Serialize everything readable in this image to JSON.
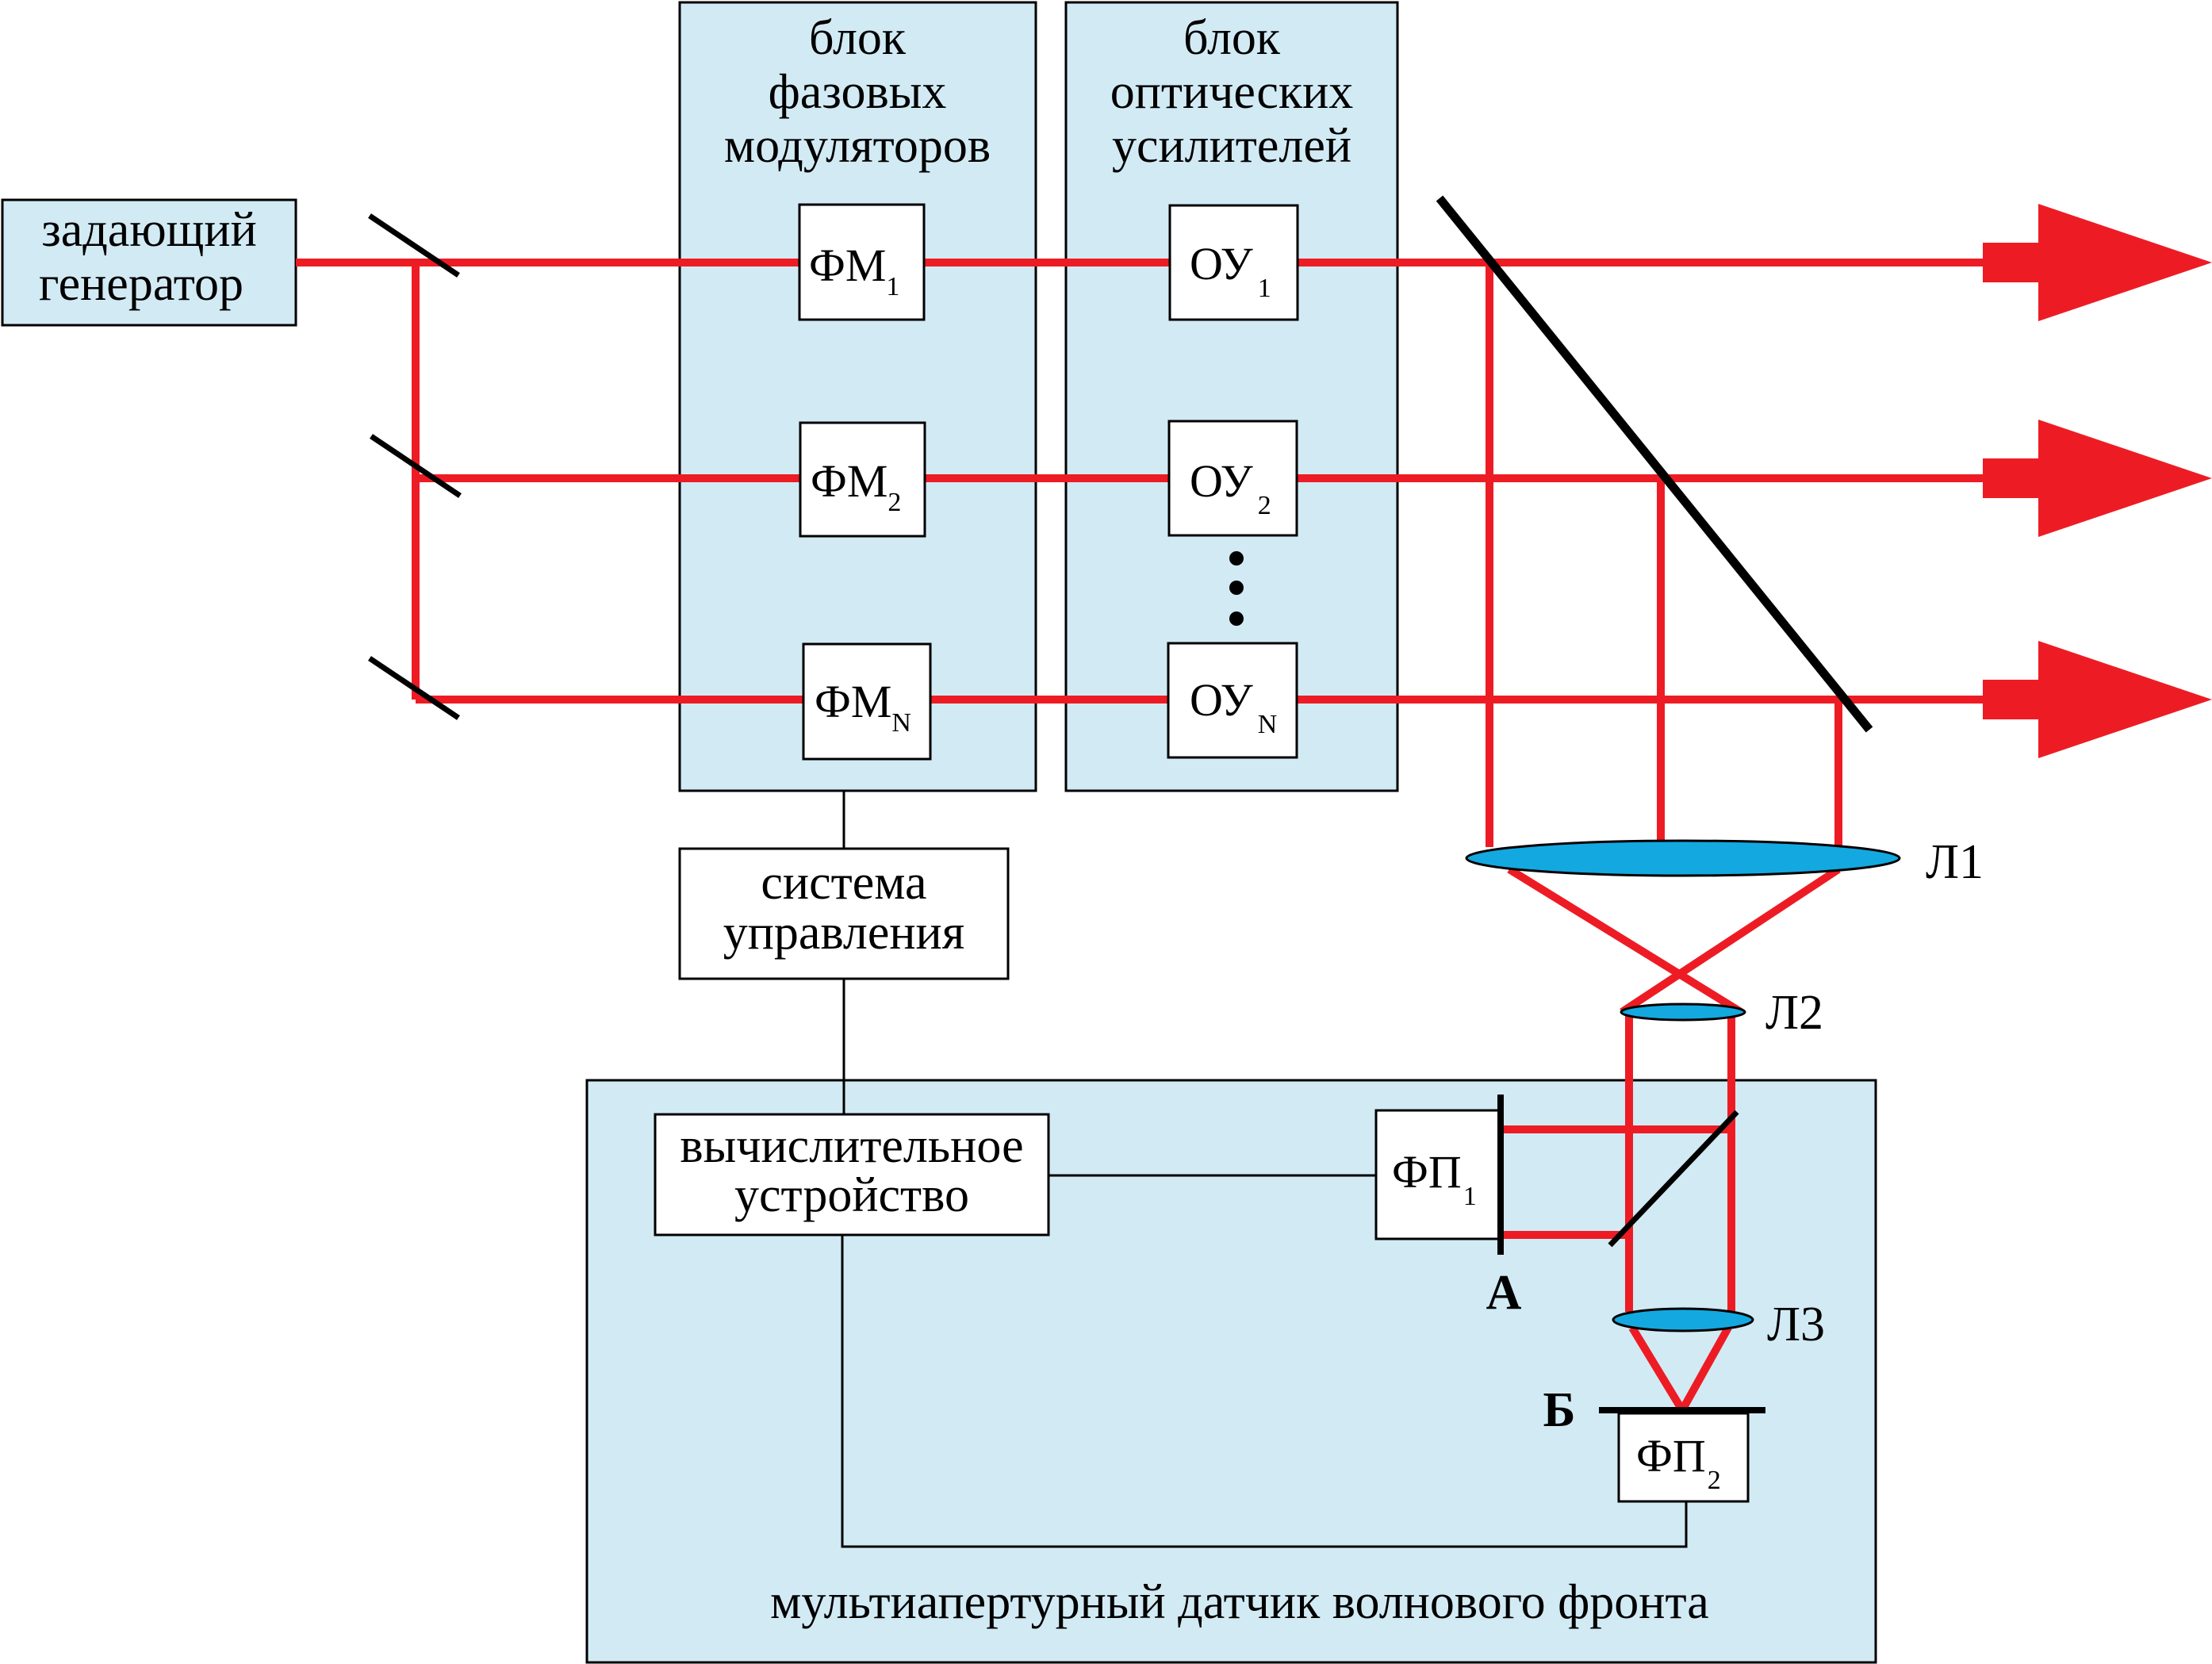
{
  "colors": {
    "beam": "#ed1c24",
    "panel": "#d2eaf4",
    "lens": "#13a8e0",
    "mirror": "#000000",
    "box": "#ffffff"
  },
  "generator": {
    "line1": "задающий",
    "line2": "генератор"
  },
  "phase_block": {
    "line1": "блок",
    "line2": "фазовых",
    "line3": "модуляторов"
  },
  "amp_block": {
    "line1": "блок",
    "line2": "оптических",
    "line3": "усилителей"
  },
  "modulators": [
    {
      "base": "ФМ",
      "sub": "1"
    },
    {
      "base": "ФМ",
      "sub": "2"
    },
    {
      "base": "ФМ",
      "sub": "N"
    }
  ],
  "amplifiers": [
    {
      "base": "ОУ",
      "sub": "1"
    },
    {
      "base": "ОУ",
      "sub": "2"
    },
    {
      "base": "ОУ",
      "sub": "N"
    }
  ],
  "ellipsis_dots": "• • •",
  "control_system": {
    "line1": "система",
    "line2": "управления"
  },
  "computing_unit": {
    "line1": "вычислительное",
    "line2": "устройство"
  },
  "photodetectors": [
    {
      "base": "ФП",
      "sub": "1"
    },
    {
      "base": "ФП",
      "sub": "2"
    }
  ],
  "lenses": {
    "l1": "Л1",
    "l2": "Л2",
    "l3": "Л3"
  },
  "plane_labels": {
    "a": "А",
    "b": "Б"
  },
  "sensor_panel_title": "мультиапертурный датчик волнового фронта"
}
